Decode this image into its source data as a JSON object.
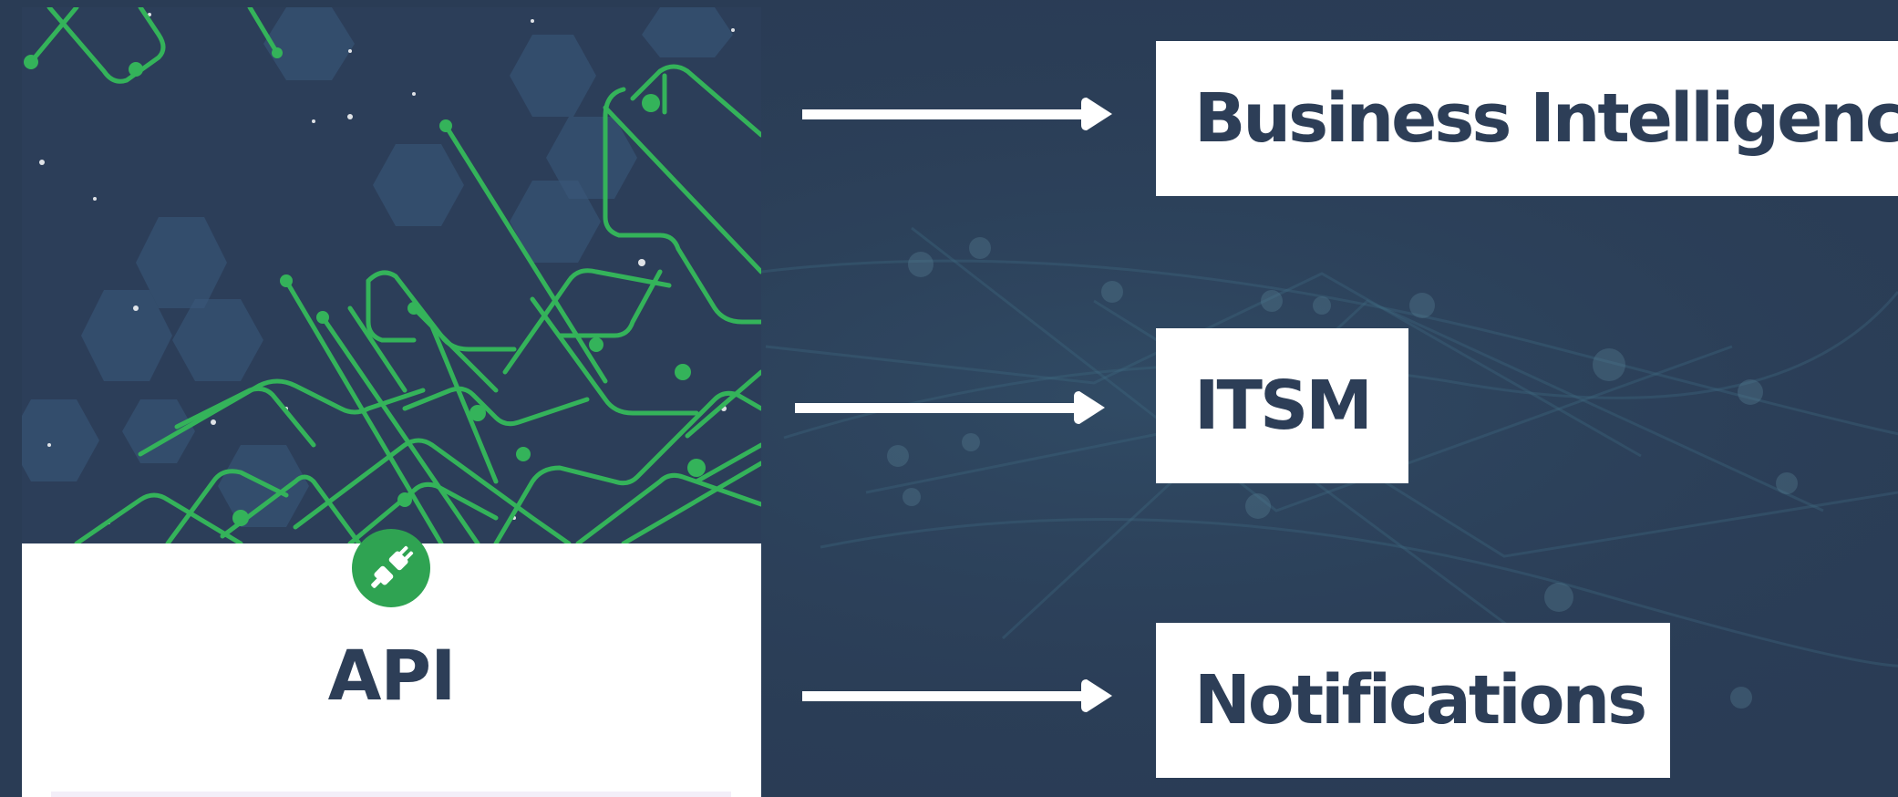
{
  "card": {
    "title": "API",
    "badge_icon": "plug-icon",
    "accent_color": "#2fa352"
  },
  "targets": [
    {
      "label": "Business Intelligence"
    },
    {
      "label": "ITSM"
    },
    {
      "label": "Notifications"
    }
  ],
  "colors": {
    "background": "#2a3c55",
    "text": "#2d3e57",
    "arrow": "#ffffff",
    "circuit": "#34b35a"
  },
  "icons": {
    "arrow": "right-arrow-icon"
  }
}
